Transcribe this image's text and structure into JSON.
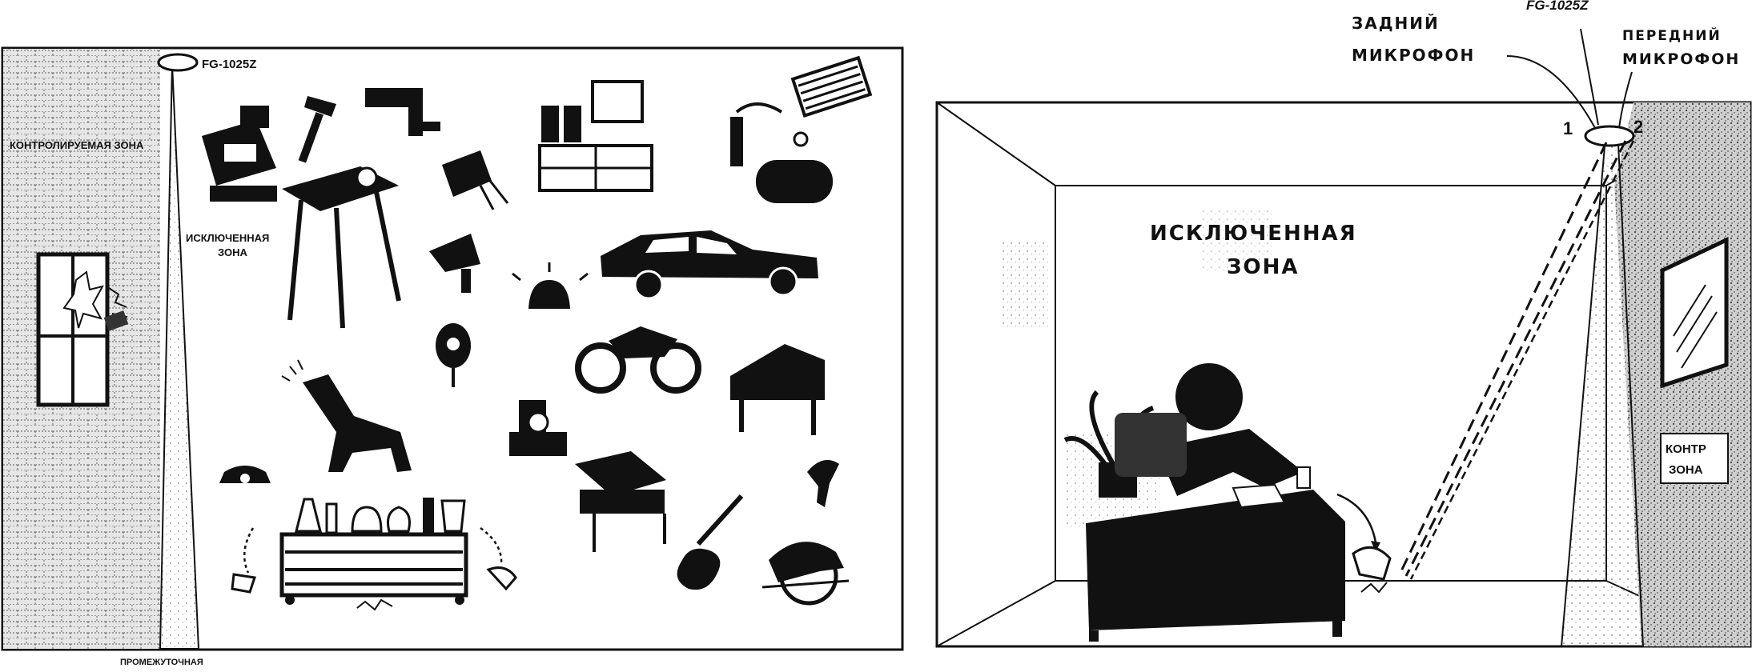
{
  "left_panel": {
    "sensor_label": "FG-1025Z",
    "controlled_zone": "КОНТРОЛИРУЕМАЯ ЗОНА",
    "excluded_zone_line1": "ИСКЛЮЧЕННАЯ",
    "excluded_zone_line2": "ЗОНА",
    "transition_zone": "ПРОМЕЖУТОЧНАЯ"
  },
  "right_panel": {
    "sensor_label": "FG-1025Z",
    "rear_mic_line1": "ЗАДНИЙ",
    "rear_mic_line2": "МИКРОФОН",
    "front_mic_line1": "ПЕРЕДНИЙ",
    "front_mic_line2": "МИКРОФОН",
    "mic1_number": "1",
    "mic2_number": "2",
    "excluded_zone_line1": "ИСКЛЮЧЕННАЯ",
    "excluded_zone_line2": "ЗОНА",
    "controlled_zone_line1": "КОНТР",
    "controlled_zone_line2": "ЗОНА"
  },
  "colors": {
    "ink": "#111111",
    "hatch": "#9a9a9a",
    "paper": "#ffffff"
  }
}
